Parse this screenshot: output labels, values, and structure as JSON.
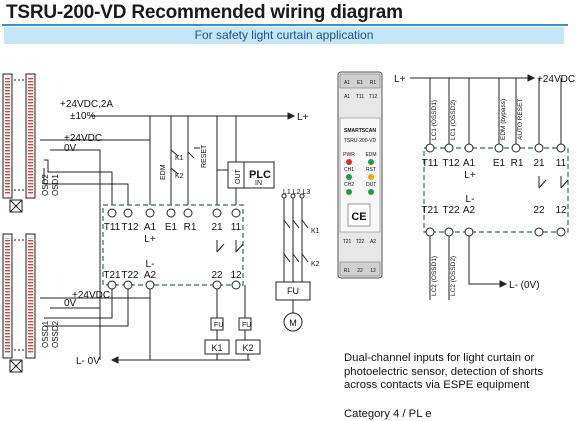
{
  "title": "TSRU-200-VD Recommended wiring diagram",
  "banner": "For safety light curtain application",
  "left": {
    "supply": "+24VDC,2A",
    "tolerance": "±10%",
    "l_plus": "L+",
    "l_minus_0v": "L-  0V",
    "sensor1_v24": "+24VDC",
    "sensor1_0v": "0V",
    "sensor1_osd2": "OSD2",
    "sensor1_osd1": "OSD1",
    "sensor2_v24": "+24VDC",
    "sensor2_0v": "0V",
    "sensor2_ossd1": "OSSD1",
    "sensor2_ossd2": "OSSD2",
    "t_top": [
      "T11",
      "T12",
      "A1",
      "E1",
      "R1",
      "21",
      "11"
    ],
    "t_bottom": [
      "T21",
      "T22",
      "A2",
      "22",
      "12"
    ],
    "a1_sign": "L+",
    "a2_sign": "L-",
    "edm": "EDM",
    "reset": "RESET",
    "k1": "K1",
    "k2": "K2",
    "plc": "PLC",
    "plc_out": "OUT",
    "plc_in": "IN",
    "fu_left": "FU",
    "k1_box": "K1",
    "k2_box": "K2",
    "phases": "L1 L2 L3",
    "contactor_k1": "K1",
    "contactor_k2": "K2",
    "motor_fu": "FU",
    "motor": "M"
  },
  "device": {
    "top_row1": [
      "A1",
      "E1",
      "R1"
    ],
    "top_row2": [
      "A1",
      "T11",
      "T12"
    ],
    "brand": "SMARTSCAN",
    "model": "TSRU-200-VD",
    "leds": [
      "PWR",
      "EDM",
      "CH1",
      "RST",
      "CH2",
      "OUT"
    ],
    "ce": "CE",
    "bot_row1": [
      "T21",
      "T22",
      "A2"
    ],
    "bot_row2": [
      "R1",
      "22",
      "12"
    ]
  },
  "right": {
    "l_plus": "L+",
    "supply": "+24VDC",
    "lc1_a": "LC1 (OSSD1)",
    "lc1_b": "LC1 (OSSD2)",
    "edm": "EDM (bypass)",
    "reset": "AUTO RESET",
    "t_top": [
      "T11",
      "T12",
      "A1",
      "E1",
      "R1",
      "21",
      "11"
    ],
    "a1_sign": "L+",
    "a2_sign": "L-",
    "t_bottom": [
      "T21",
      "T22",
      "A2",
      "22",
      "12"
    ],
    "lc2_a": "LC2 (OSSD1)",
    "lc2_b": "LC2 (OSSD2)",
    "l_minus": "L- (0V)"
  },
  "description": "Dual-channel inputs for light curtain or photoelectric sensor, detection of shorts across contacts via ESPE equipment",
  "category": "Category 4 / PL e"
}
